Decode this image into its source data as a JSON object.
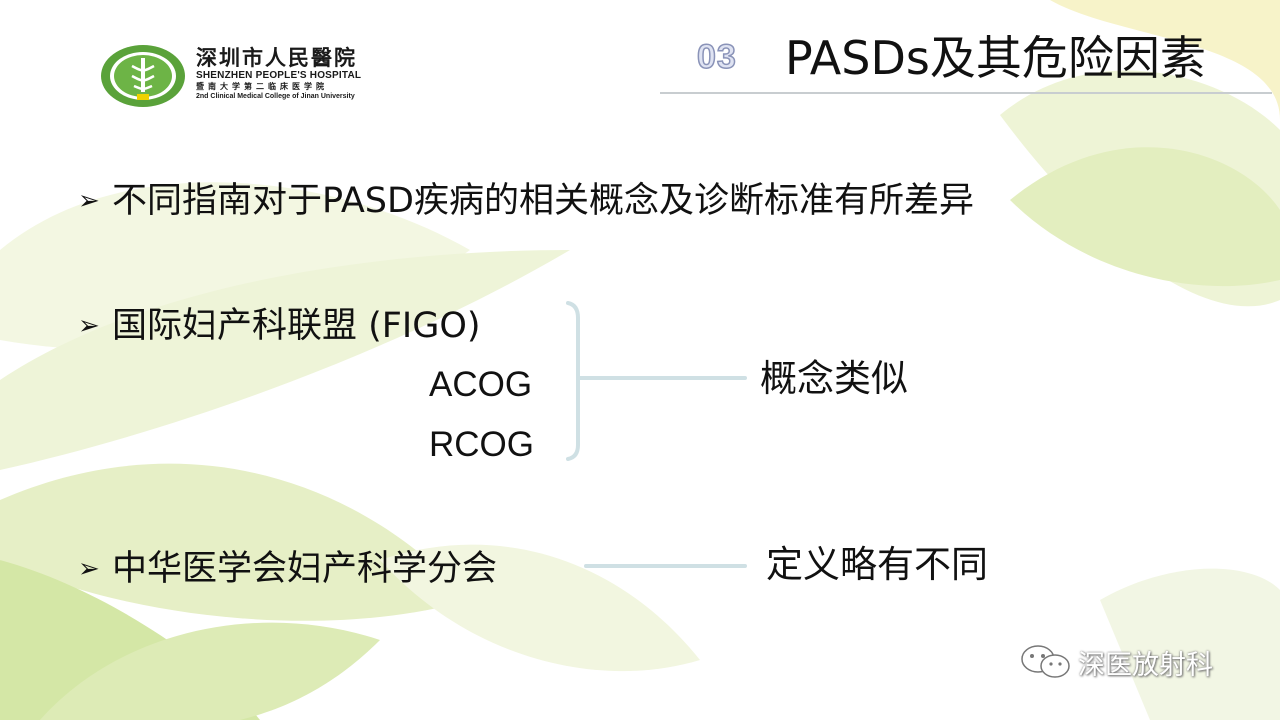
{
  "colors": {
    "leaf_light": "#eef4d6",
    "leaf_mid": "#dce9b4",
    "leaf_green": "#c5df95",
    "accent_yellow": "#f5f1c6",
    "connector": "#cfe0e4"
  },
  "logo": {
    "name_cn": "深圳市人民醫院",
    "name_en": "SHENZHEN PEOPLE'S HOSPITAL",
    "affiliation_cn": "暨南大学第二临床医学院",
    "affiliation_en": "2nd Clinical Medical College of Jinan University",
    "emblem_icon": "hospital-emblem-icon"
  },
  "header": {
    "section_number": "03",
    "title": "PASDs及其危险因素"
  },
  "content": {
    "bullet_glyph": "➢",
    "bullet1": "不同指南对于PASD疾病的相关概念及诊断标准有所差异",
    "bullet2": "国际妇产科联盟 (FIGO)",
    "sub_line1": "ACOG",
    "sub_line2": "RCOG",
    "note1": "概念类似",
    "bullet3": "中华医学会妇产科学分会",
    "note2": "定义略有不同"
  },
  "watermark": {
    "text": "深医放射科",
    "icon": "wechat-icon"
  }
}
